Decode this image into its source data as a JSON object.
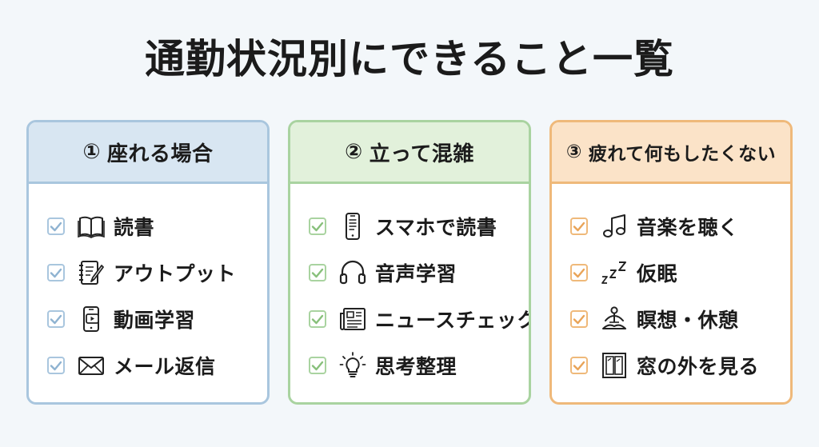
{
  "title": "通勤状況別にできること一覧",
  "colors": {
    "background": "#f3f7fa",
    "card1_border": "#a9c6de",
    "card1_header": "#d8e6f2",
    "card2_border": "#a9d3a0",
    "card2_header": "#e2f1db",
    "card3_border": "#efb97a",
    "card3_header": "#fbe3c8"
  },
  "cards": [
    {
      "number": "①",
      "heading": "座れる場合",
      "items": [
        {
          "icon": "book-icon",
          "label": "読書"
        },
        {
          "icon": "notebook-pen-icon",
          "label": "アウトプット"
        },
        {
          "icon": "smartphone-play-icon",
          "label": "動画学習"
        },
        {
          "icon": "envelope-icon",
          "label": "メール返信"
        }
      ]
    },
    {
      "number": "②",
      "heading": "立って混雑",
      "items": [
        {
          "icon": "smartphone-icon",
          "label": "スマホで読書"
        },
        {
          "icon": "headphones-icon",
          "label": "音声学習"
        },
        {
          "icon": "newspaper-icon",
          "label": "ニュースチェック"
        },
        {
          "icon": "lightbulb-icon",
          "label": "思考整理"
        }
      ]
    },
    {
      "number": "③",
      "heading": "疲れて何もしたくない",
      "items": [
        {
          "icon": "music-note-icon",
          "label": "音楽を聴く"
        },
        {
          "icon": "sleep-zzz-icon",
          "label": "仮眠"
        },
        {
          "icon": "meditation-icon",
          "label": "瞑想・休憩"
        },
        {
          "icon": "window-icon",
          "label": "窓の外を見る"
        }
      ]
    }
  ]
}
